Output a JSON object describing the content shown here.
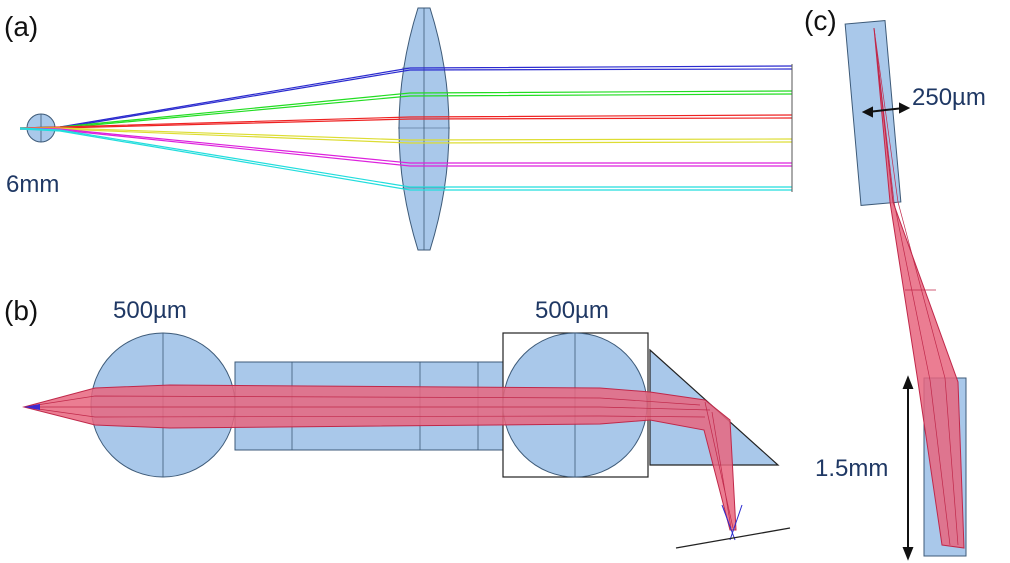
{
  "panels": {
    "a": {
      "label": "(a)",
      "lens_size": "6mm",
      "ray_colors": [
        "#2b2bcf",
        "#22dd22",
        "#ee2222",
        "#dddd33",
        "#dd22dd",
        "#22dddd"
      ]
    },
    "b": {
      "label": "(b)",
      "left_ball_size": "500µm",
      "right_ball_size": "500µm"
    },
    "c": {
      "label": "(c)",
      "rod_diameter": "250µm",
      "rod_length": "1.5mm"
    }
  },
  "colors": {
    "glass_fill": "#a9c8ea",
    "glass_stroke": "#3d5a78",
    "beam_fill": "#e8667f",
    "beam_stroke": "#c0284a",
    "label_text": "#1f3864"
  }
}
